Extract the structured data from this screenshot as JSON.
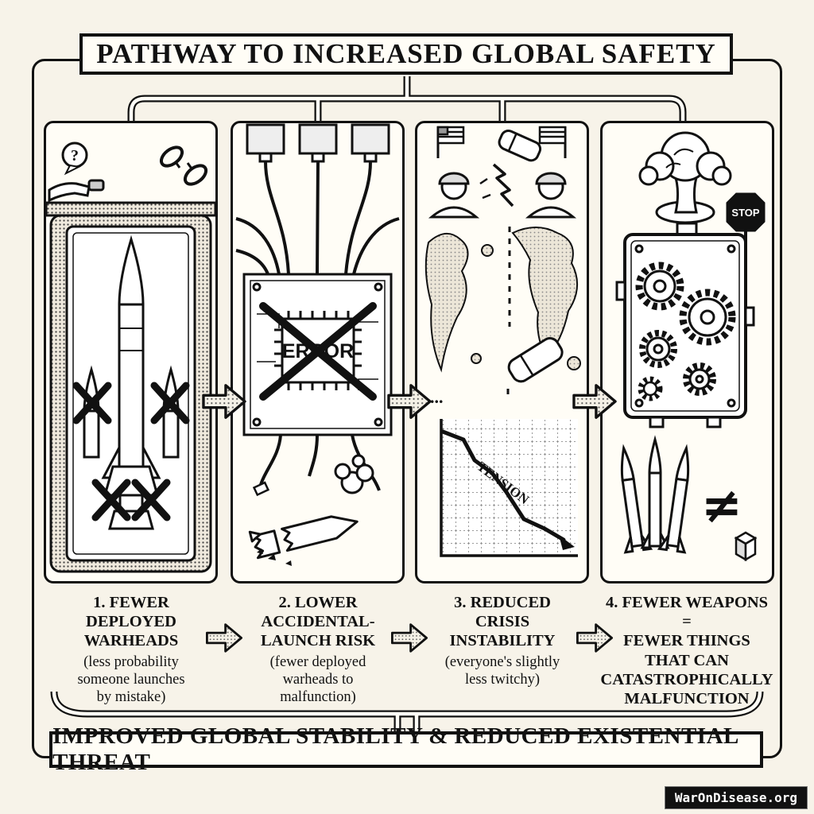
{
  "page": {
    "title": "PATHWAY TO INCREASED GLOBAL SAFETY",
    "footer": "IMPROVED GLOBAL STABILITY & REDUCED EXISTENTIAL THREAT",
    "watermark": "WarOnDisease.org"
  },
  "panels": [
    {
      "caption": "1. FEWER\nDEPLOYED\nWARHEADS",
      "note": "(less probability\nsomeone launches\nby mistake)",
      "illustration": "missile-silo-with-crossed-out-warheads"
    },
    {
      "caption": "2. LOWER\nACCIDENTAL-\nLAUNCH RISK",
      "note": "(fewer deployed\nwarheads to\nmalfunction)",
      "illustration": "circuit-board-error-and-broken-missile"
    },
    {
      "caption": "3. REDUCED\nCRISIS\nINSTABILITY",
      "note": "(everyone's slightly\nless twitchy)",
      "illustration": "soldiers-map-eraser-and-tension-graph"
    },
    {
      "caption": "4. FEWER WEAPONS\n=\nFEWER THINGS\nTHAT CAN\nCATASTROPHICALLY\nMALFUNCTION",
      "note": "",
      "illustration": "mushroom-cloud-stop-gears-not-equal"
    }
  ],
  "labels": {
    "error": "ERROR",
    "tension": "TENSION",
    "stop": "STOP",
    "question_mark": "?",
    "not_equal": "≠",
    "ellipsis": "..."
  }
}
